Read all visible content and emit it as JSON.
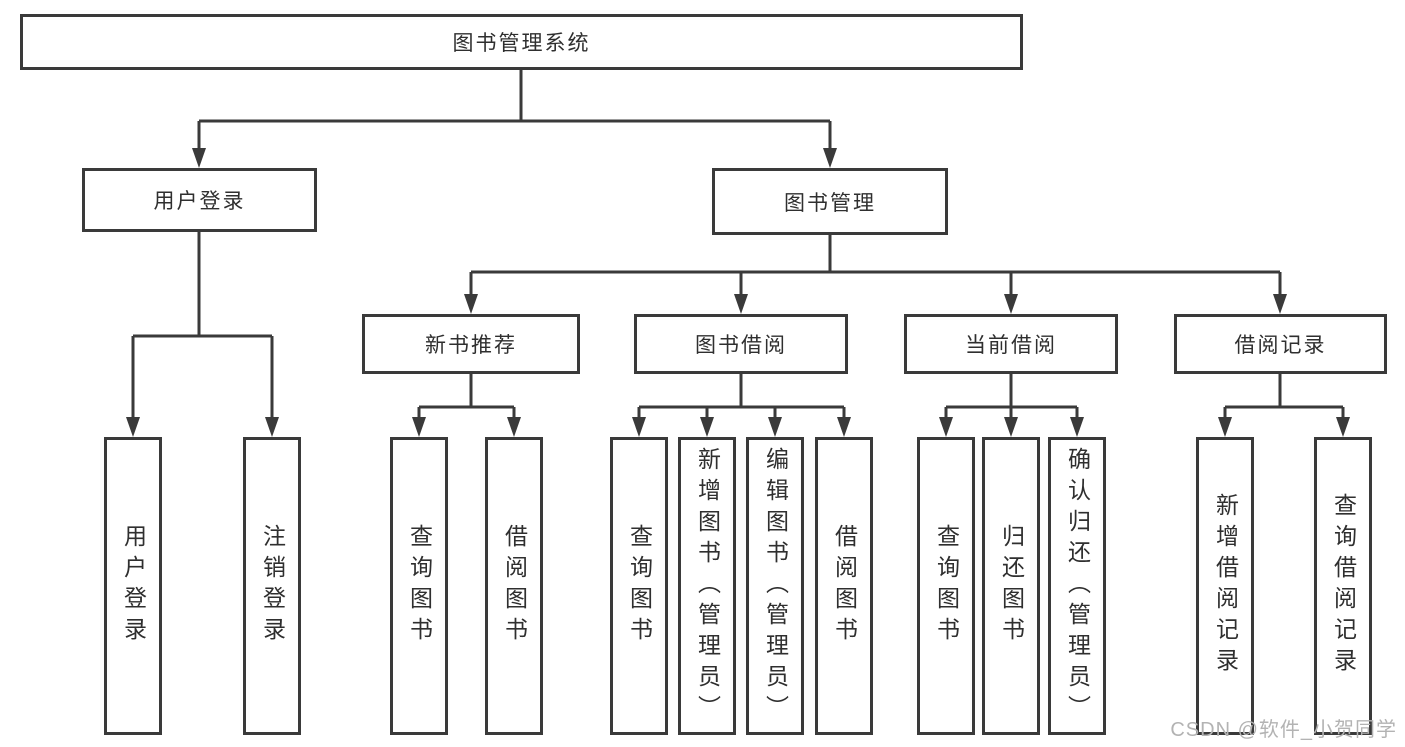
{
  "nodes": {
    "root": "图书管理系统",
    "level2": [
      "用户登录",
      "图书管理"
    ],
    "level3": [
      "新书推荐",
      "图书借阅",
      "当前借阅",
      "借阅记录"
    ],
    "leaves_login": [
      "用户登录",
      "注销登录"
    ],
    "leaves_newbook": [
      "查询图书",
      "借阅图书"
    ],
    "leaves_borrow": [
      "查询图书",
      "新增图书（管理员）",
      "编辑图书（管理员）",
      "借阅图书"
    ],
    "leaves_current": [
      "查询图书",
      "归还图书",
      "确认归还（管理员）"
    ],
    "leaves_records": [
      "新增借阅记录",
      "查询借阅记录"
    ]
  },
  "watermark": "CSDN @软件_小贺同学",
  "colors": {
    "line": "#3a3a3a",
    "text": "#2f2f2f",
    "background": "#ffffff",
    "watermark": "#b3b3b3"
  }
}
